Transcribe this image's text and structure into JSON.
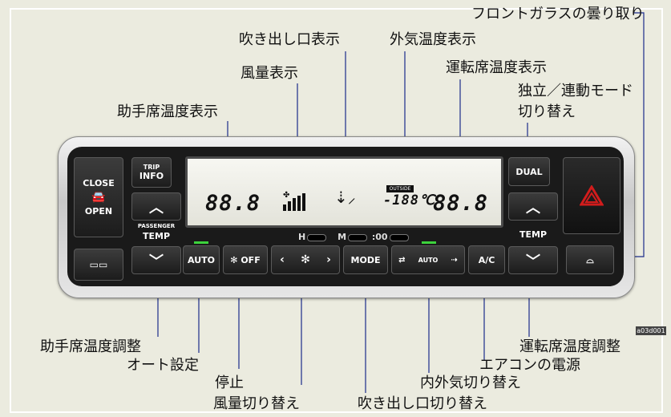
{
  "labels": {
    "defroster": "フロントガラスの曇り取り",
    "vent_display": "吹き出し口表示",
    "outside_temp_display": "外気温度表示",
    "driver_temp_display": "運転席温度表示",
    "fan_display": "風量表示",
    "dual_mode": "独立／連動モード",
    "dual_mode_2": "切り替え",
    "passenger_temp_display": "助手席温度表示",
    "passenger_temp_adjust": "助手席温度調整",
    "auto_setting": "オート設定",
    "stop": "停止",
    "fan_speed_switch": "風量切り替え",
    "vent_switch": "吹き出し口切り替え",
    "recirc_switch": "内外気切り替え",
    "ac_power": "エアコンの電源",
    "driver_temp_adjust": "運転席温度調整"
  },
  "buttons": {
    "close": "CLOSE",
    "open": "OPEN",
    "trip": "TRIP",
    "info": "INFO",
    "passenger": "PASSENGER",
    "temp_left": "TEMP",
    "auto": "AUTO",
    "fan_off": "✻ OFF",
    "mode": "MODE",
    "auto_small": "AUTO",
    "ac": "A/C",
    "dual": "DUAL",
    "temp_right": "TEMP"
  },
  "lcd": {
    "passenger_temp": "88.8",
    "driver_temp": "88.8",
    "outside_label": "OUTSIDE",
    "outside_temp": "-188℃"
  },
  "timer": {
    "h": "H",
    "m": "M",
    "sec": ":00"
  },
  "image_code": "a03d001",
  "colors": {
    "background": "#ebebdf",
    "hazard": "#d21c1c",
    "line": "#1a2b8a"
  }
}
